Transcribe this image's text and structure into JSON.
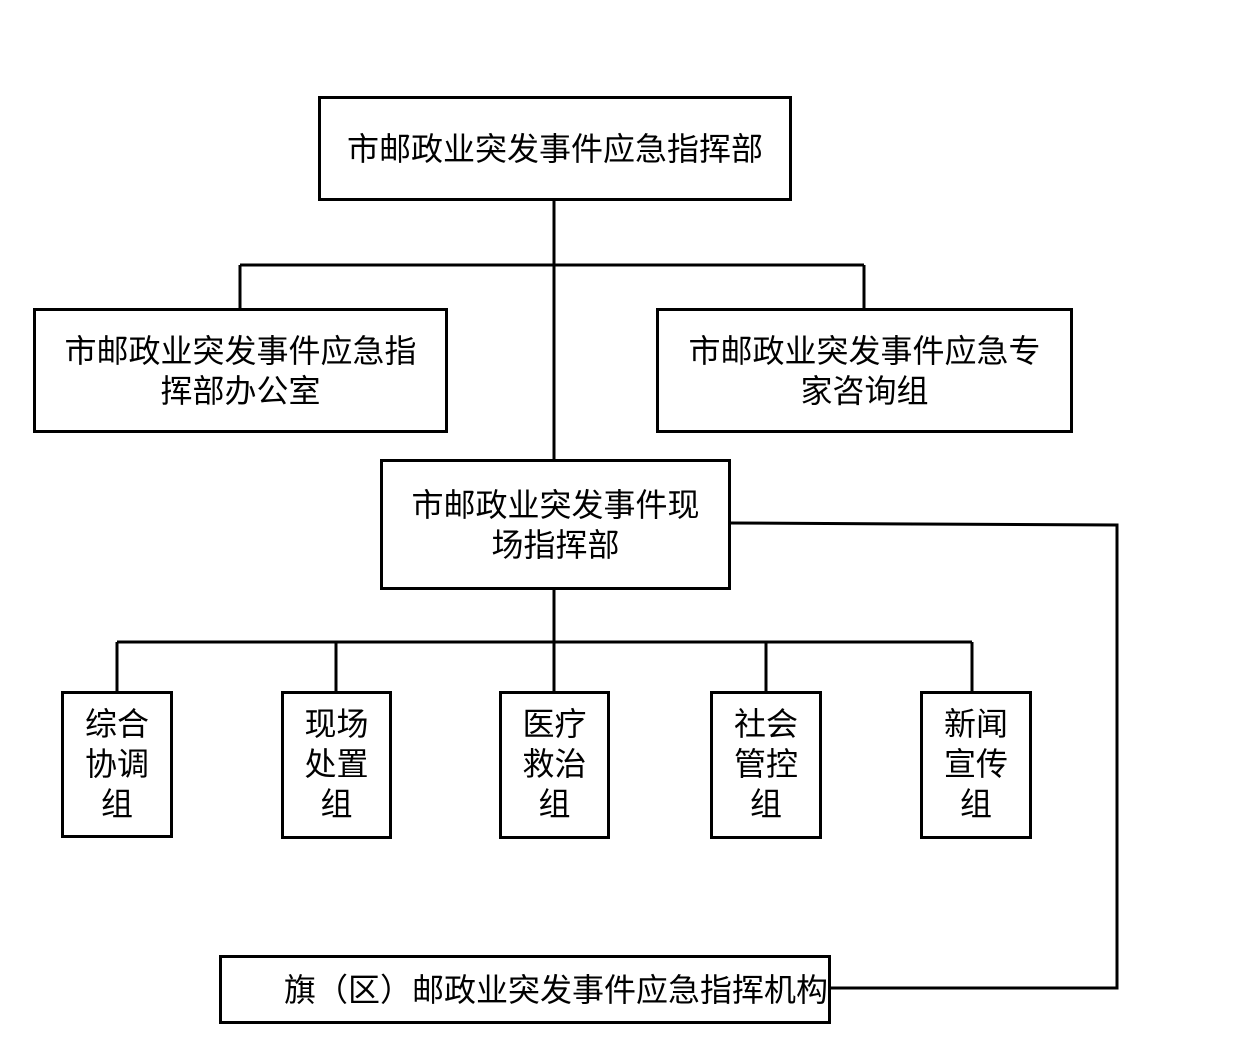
{
  "diagram": {
    "nodes": {
      "main_command": "市邮政业突发事件应急指挥部",
      "command_office": "市邮政业突发事件应急指挥部办公室",
      "expert_group": "市邮政业突发事件应急专家咨询组",
      "field_command": "市邮政业突发事件现场指挥部",
      "groups": [
        "综合协调组",
        "现场处置组",
        "医疗救治组",
        "社会管控组",
        "新闻宣传组"
      ],
      "county_agency": "旗（区）邮政业突发事件应急指挥机构"
    }
  }
}
